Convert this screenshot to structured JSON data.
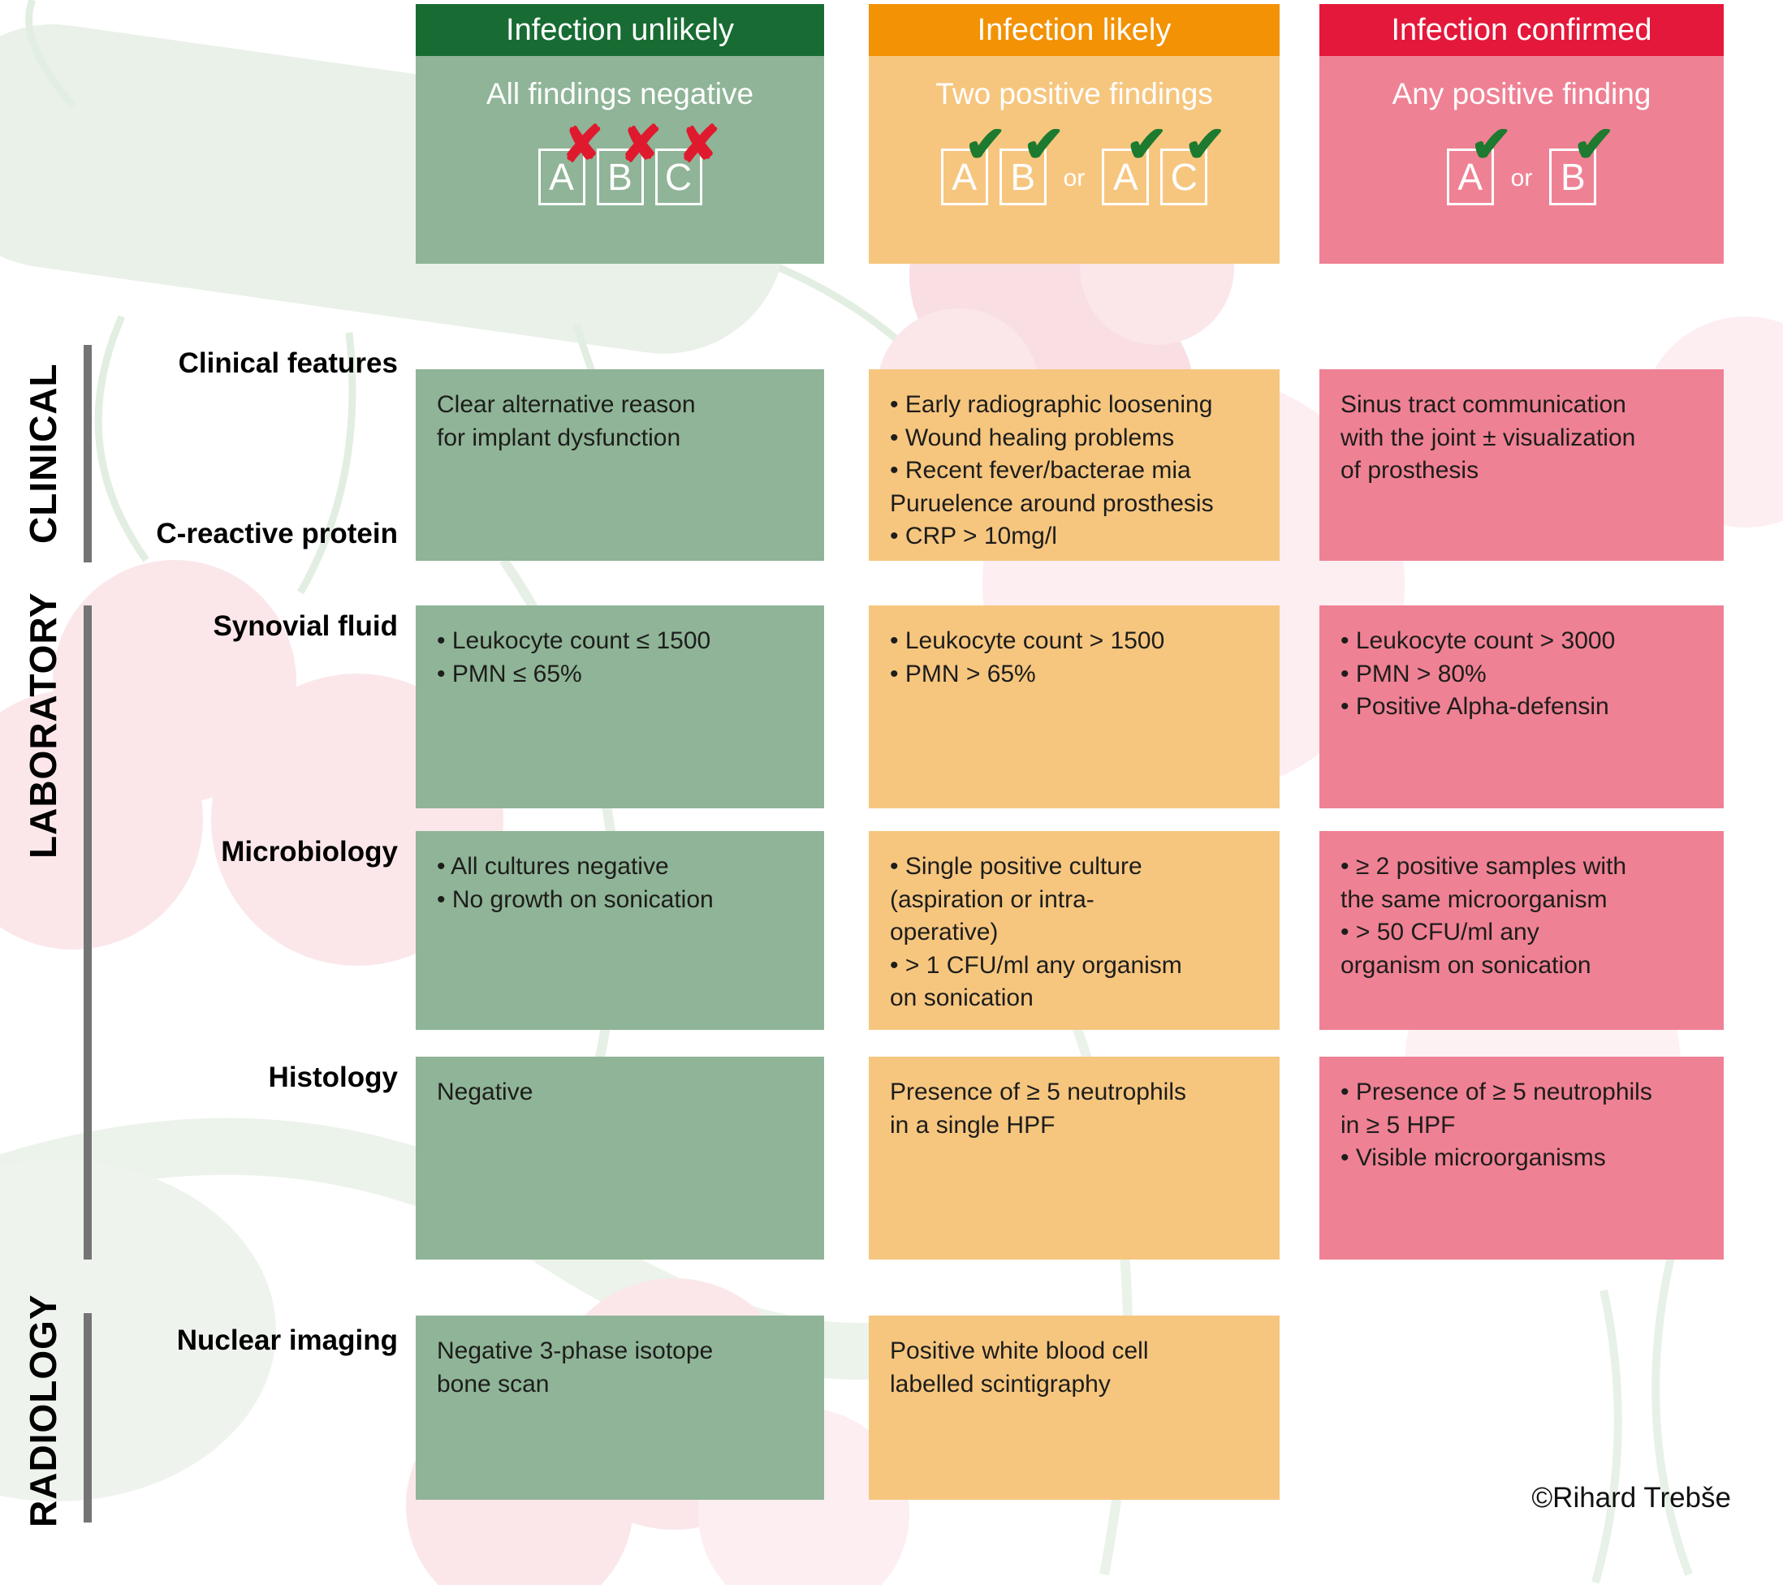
{
  "columns": [
    {
      "id": "unlikely",
      "title": "Infection unlikely",
      "subtitle": "All findings negative",
      "mark": "✘",
      "or_label": null,
      "check_groups": [
        [
          "A",
          "B",
          "C"
        ]
      ]
    },
    {
      "id": "likely",
      "title": "Infection likely",
      "subtitle": "Two positive findings",
      "mark": "✔",
      "or_label": "or",
      "check_groups": [
        [
          "A",
          "B"
        ],
        [
          "A",
          "C"
        ]
      ]
    },
    {
      "id": "confirmed",
      "title": "Infection confirmed",
      "subtitle": "Any positive finding",
      "mark": "✔",
      "or_label": "or",
      "check_groups": [
        [
          "A"
        ],
        [
          "B"
        ]
      ]
    }
  ],
  "sections": [
    {
      "label": "CLINICAL"
    },
    {
      "label": "LABORATORY"
    },
    {
      "label": "RADIOLOGY"
    }
  ],
  "row_labels": [
    {
      "text": "Clinical features"
    },
    {
      "text": "C-reactive protein"
    },
    {
      "text": "Synovial fluid"
    },
    {
      "text": "Microbiology"
    },
    {
      "text": "Histology"
    },
    {
      "text": "Nuclear imaging"
    }
  ],
  "grid_rows": [
    {
      "name": "clinical-features",
      "cells": [
        "Clear alternative reason\nfor implant dysfunction",
        "• Early radiographic loosening\n• Wound healing problems\n• Recent fever/bacterae mia\nPuruelence around prosthesis\n• CRP > 10mg/l",
        "Sinus tract communication\nwith the joint ± visualization\nof prosthesis"
      ]
    },
    {
      "name": "synovial-fluid",
      "cells": [
        "• Leukocyte count ≤ 1500\n• PMN ≤ 65%",
        "• Leukocyte count > 1500\n• PMN > 65%",
        "• Leukocyte count > 3000\n• PMN > 80%\n• Positive Alpha-defensin"
      ]
    },
    {
      "name": "microbiology",
      "cells": [
        "• All cultures negative\n• No growth on sonication",
        "• Single positive culture\n(aspiration or intra-\noperative)\n• > 1 CFU/ml any organism\non sonication",
        "• ≥ 2 positive samples with\nthe same microorganism\n• > 50 CFU/ml any\norganism on sonication"
      ]
    },
    {
      "name": "histology",
      "cells": [
        "Negative",
        "Presence of ≥ 5 neutrophils\nin a single HPF",
        "• Presence of ≥ 5 neutrophils\nin ≥ 5 HPF\n• Visible microorganisms"
      ]
    },
    {
      "name": "nuclear-imaging",
      "cells": [
        "Negative 3-phase isotope\nbone scan",
        "Positive white blood cell\nlabelled scintigraphy",
        null
      ]
    }
  ],
  "copyright": "©Rihard Trebše",
  "colors": {
    "green_header": "#186c33",
    "green_cell": "#8fb497",
    "orange_header": "#f29204",
    "orange_cell": "#f6c67f",
    "red_header": "#e4183a",
    "pink_cell": "#ef8194",
    "check_green": "#1d7a2f",
    "cross_red": "#e01a2e",
    "section_bar_gray": "#747474"
  }
}
